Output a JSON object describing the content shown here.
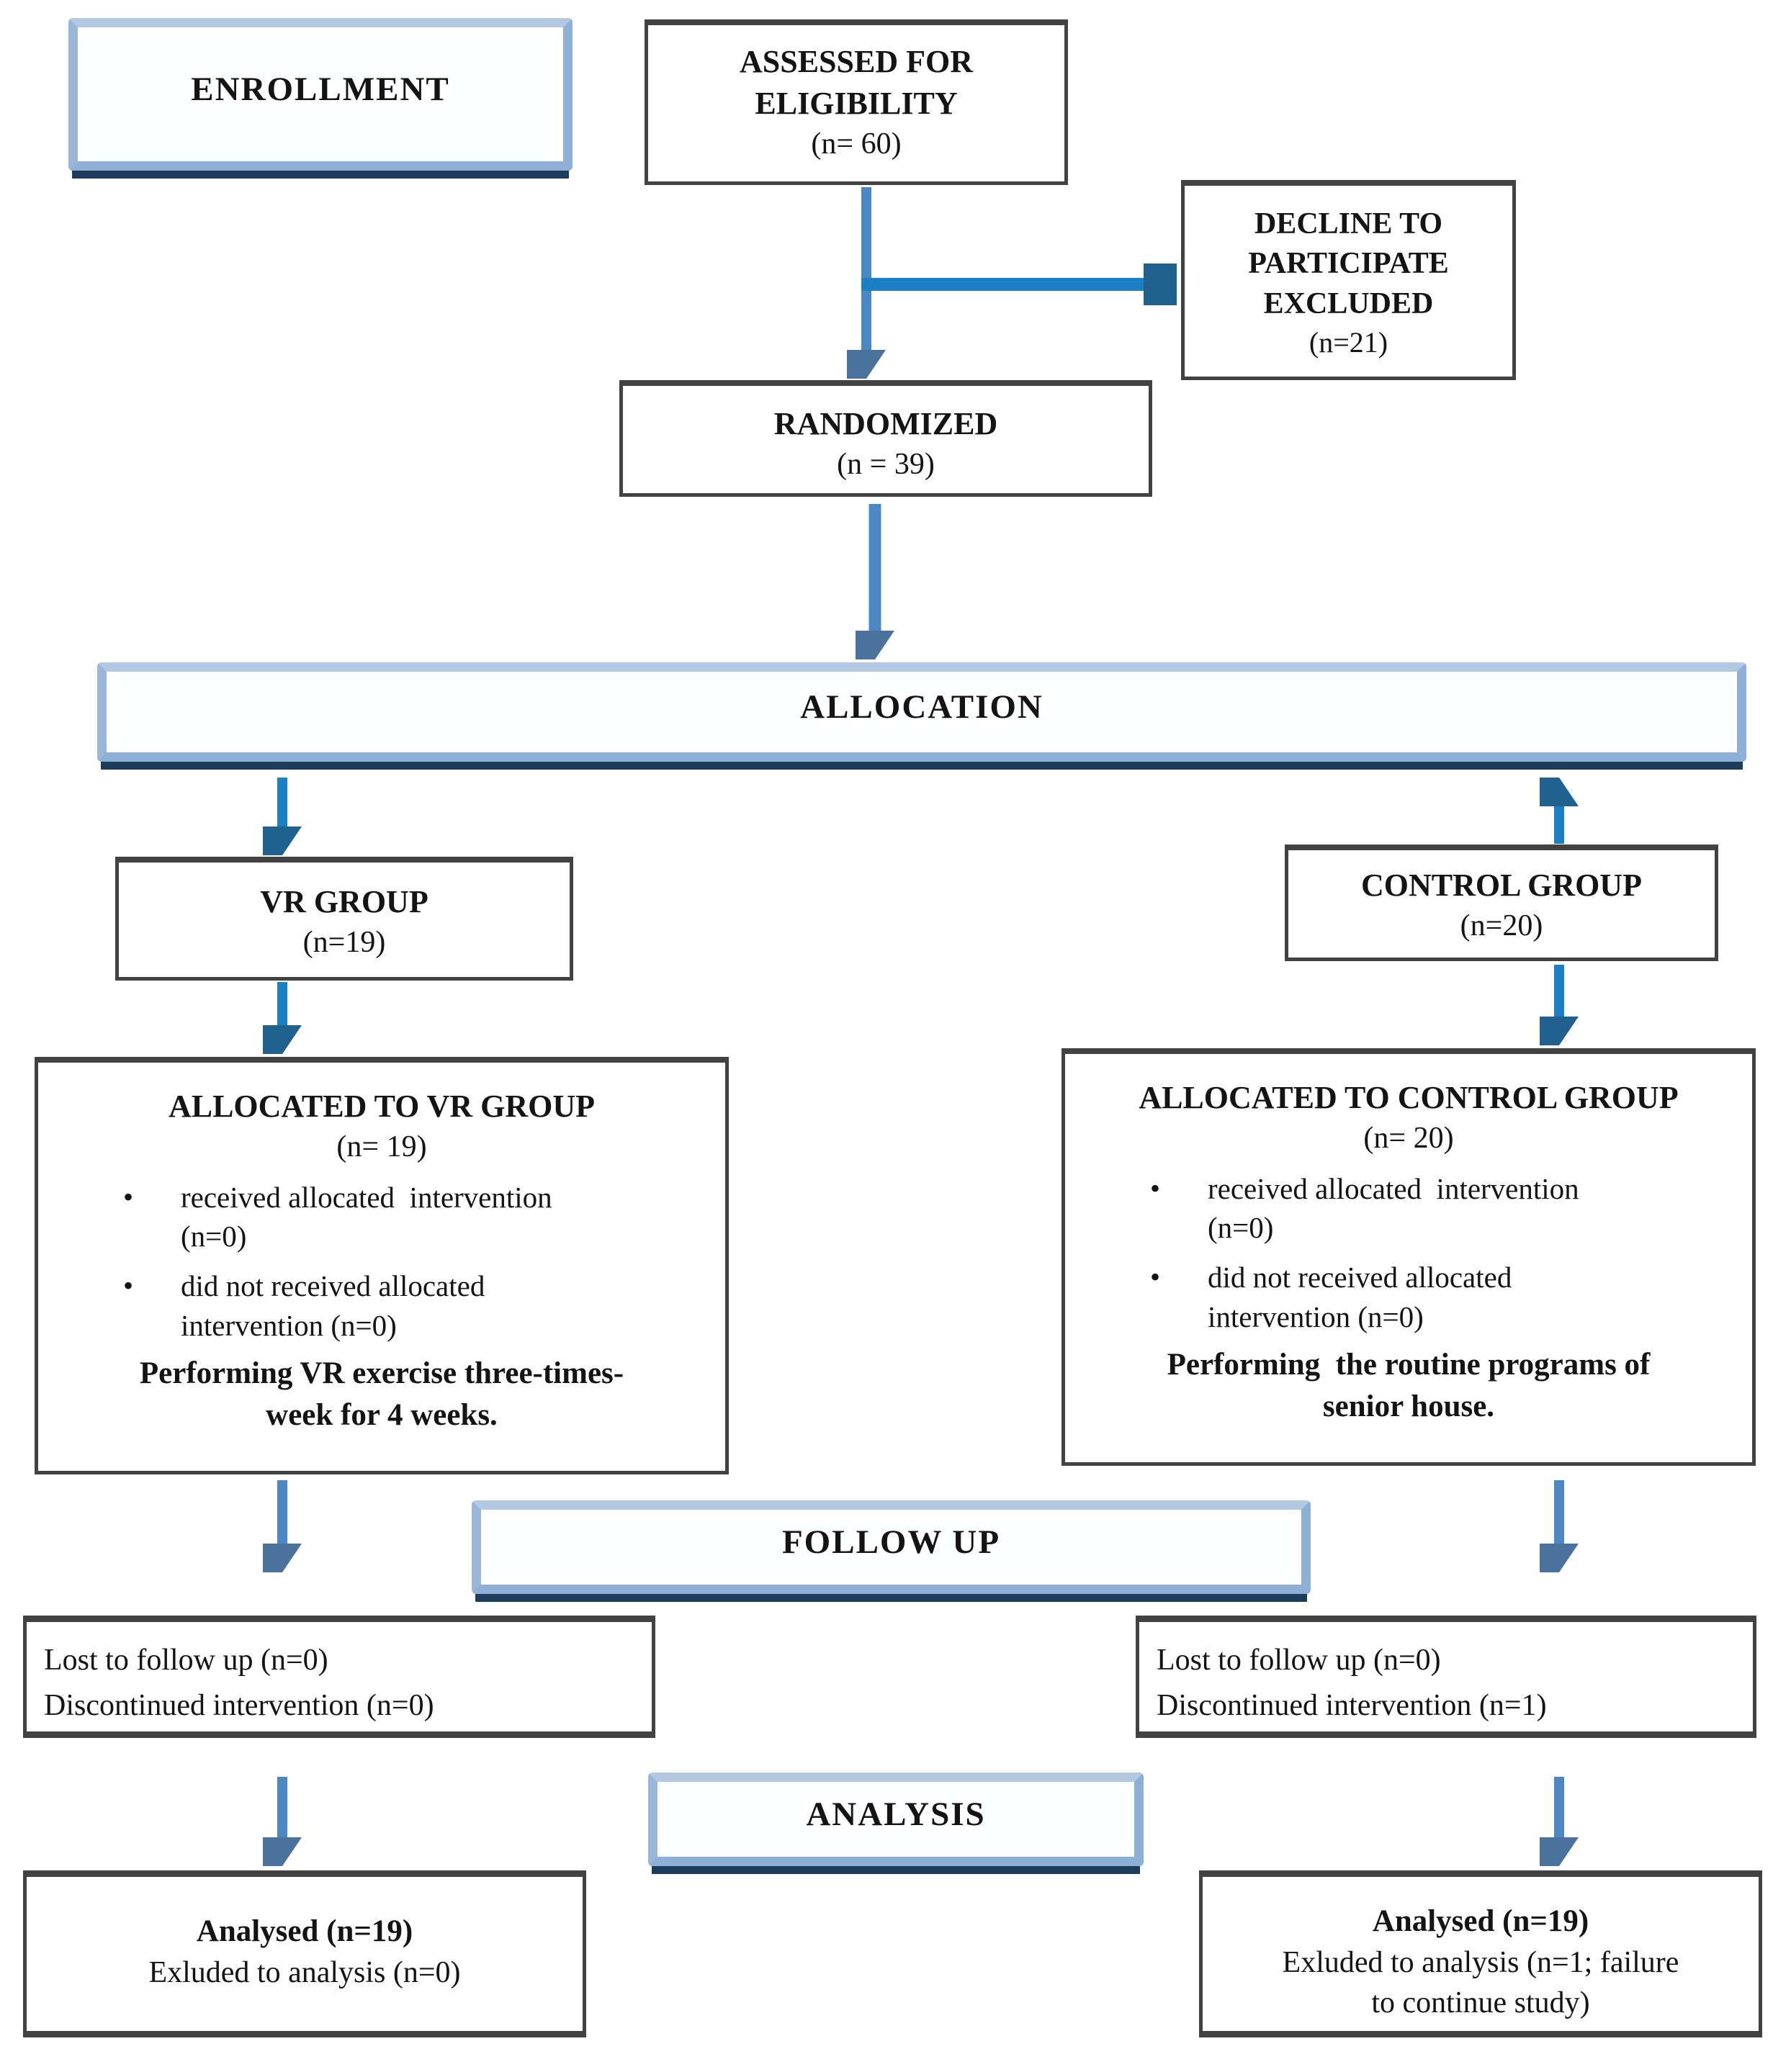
{
  "colors": {
    "text": "#141414",
    "box_border": "#424242",
    "band_border": "#8fb0d6",
    "band_border_mid": "#9ab7da",
    "band_border_light": "#b3c9e2",
    "band_shadow": "#1e3c5c",
    "arrow_steel": "#4b87c3",
    "arrow_steel_head": "#4a729c",
    "arrow_vivid": "#1e80c4",
    "arrow_vivid_head": "#20618f"
  },
  "bands": {
    "enrollment": "ENROLLMENT",
    "allocation": "ALLOCATION",
    "follow_up": "FOLLOW UP",
    "analysis": "ANALYSIS"
  },
  "boxes": {
    "assessed": {
      "line1": "ASSESSED FOR",
      "line2": "ELIGIBILITY",
      "n": "(n= 60)"
    },
    "decline": {
      "line1": "DECLINE TO",
      "line2": "PARTICIPATE",
      "line3": "EXCLUDED",
      "n": "(n=21)"
    },
    "randomized": {
      "line1": "RANDOMIZED",
      "n": "(n = 39)"
    },
    "vr_group": {
      "line1": "VR GROUP",
      "n": "(n=19)"
    },
    "control_group": {
      "line1": "CONTROL GROUP",
      "n": "(n=20)"
    },
    "allocated_vr": {
      "title": "ALLOCATED TO VR GROUP",
      "n": "(n= 19)",
      "bullet_marker": "•",
      "bullets": [
        [
          "received allocated  intervention",
          "(n=0)"
        ],
        [
          "did not received allocated",
          "intervention (n=0)"
        ]
      ],
      "note": [
        "Performing VR exercise three-times-",
        "week for 4 weeks."
      ]
    },
    "allocated_control": {
      "title": "ALLOCATED TO CONTROL GROUP",
      "n": "(n= 20)",
      "bullet_marker": "•",
      "bullets": [
        [
          "received allocated  intervention",
          "(n=0)"
        ],
        [
          "did not received allocated",
          "intervention (n=0)"
        ]
      ],
      "note": [
        "Performing  the routine programs of",
        "senior house."
      ]
    },
    "lost_vr": {
      "line1": "Lost to follow up (n=0)",
      "line2": "Discontinued intervention (n=0)"
    },
    "lost_control": {
      "line1": "Lost to follow up (n=0)",
      "line2": "Discontinued intervention (n=1)"
    },
    "analysed_vr": {
      "line1": "Analysed (n=19)",
      "line2": "Exluded to analysis (n=0)"
    },
    "analysed_control": {
      "line1": "Analysed (n=19)",
      "line2": "Exluded to analysis (n=1; failure",
      "line3": "to continue study)"
    }
  }
}
